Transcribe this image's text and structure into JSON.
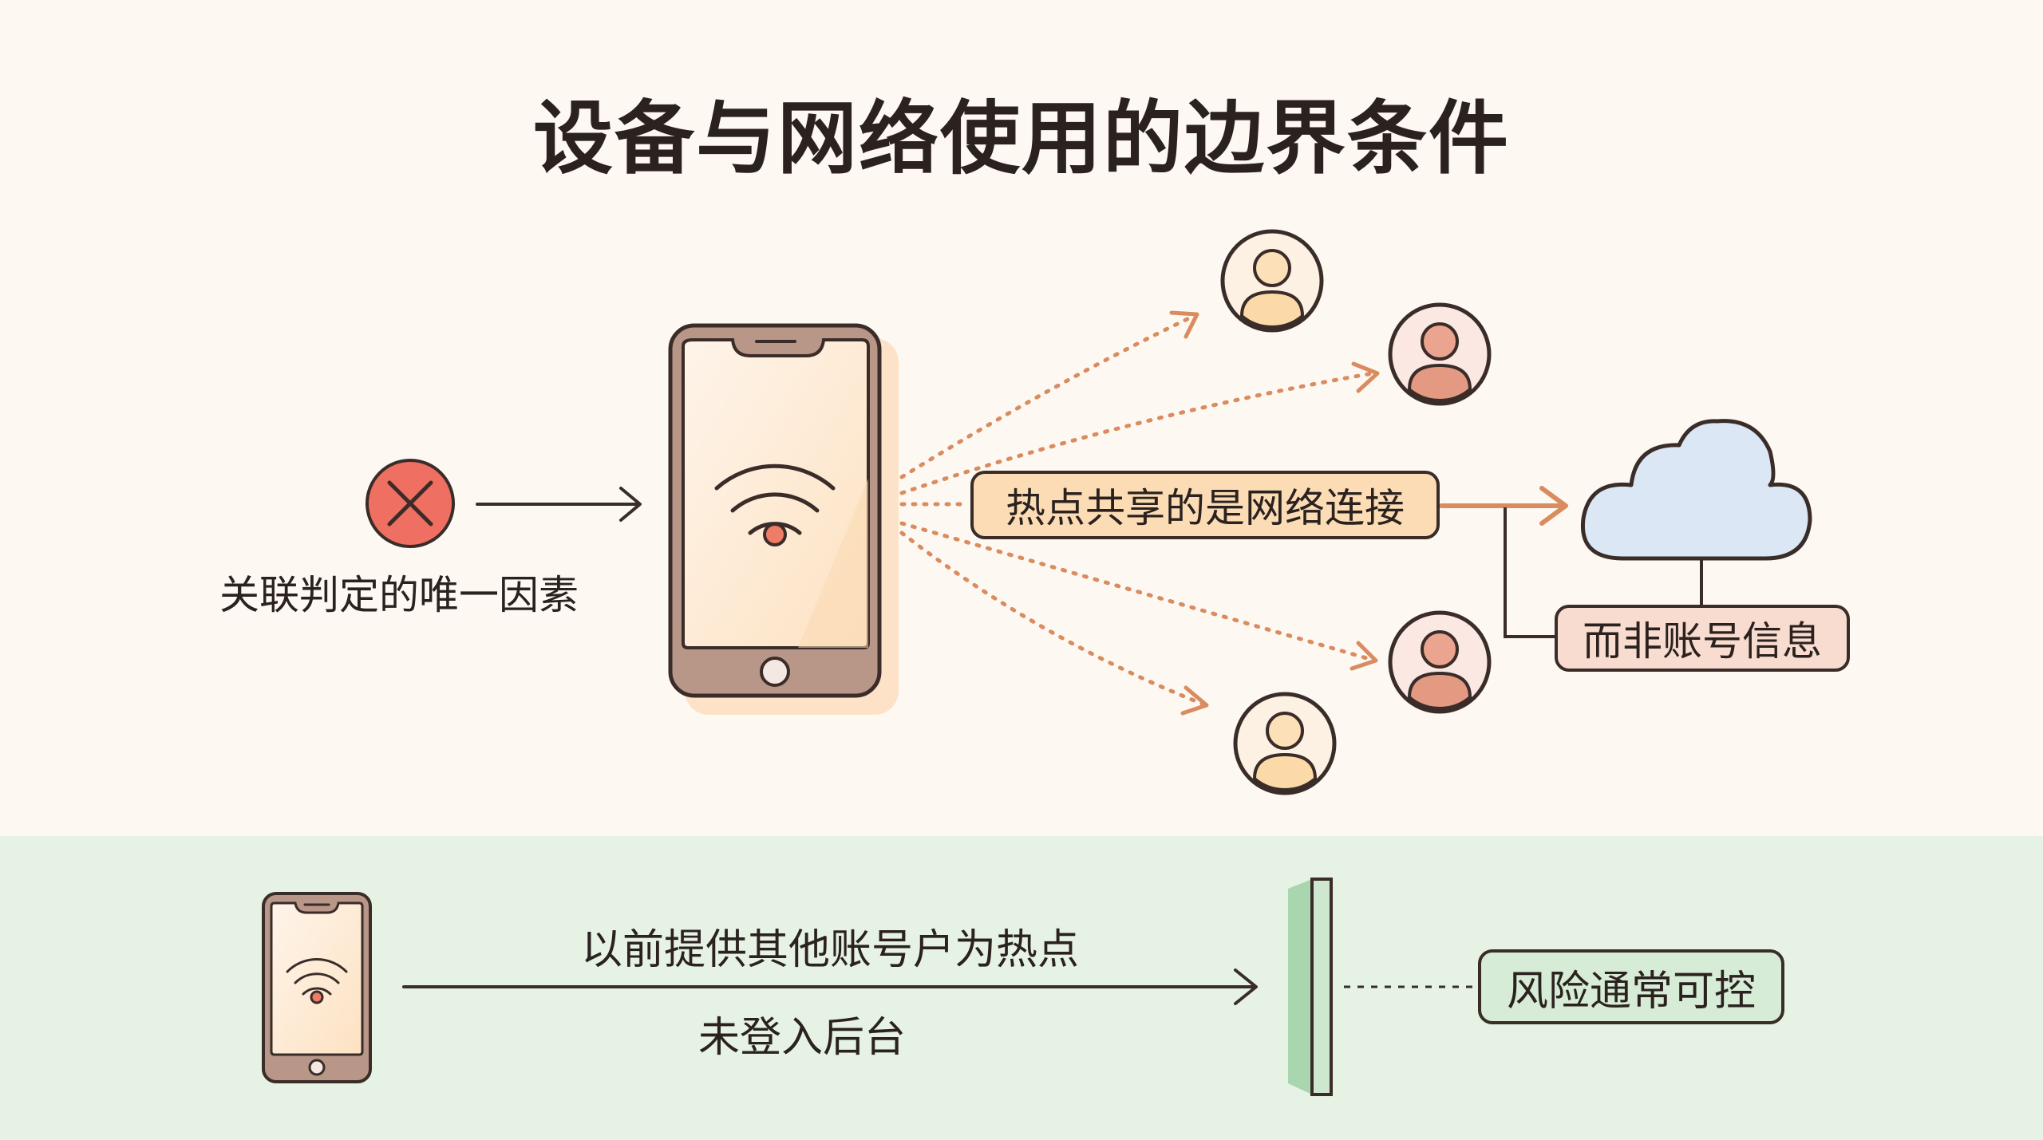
{
  "title": "设备与网络使用的边界条件",
  "left_label": "关联判定的唯一因素",
  "hotspot_label": "热点共享的是网络连接",
  "account_label": "而非账号信息",
  "bottom": {
    "label_top": "以前提供其他账号户为热点",
    "label_bottom": "未登入后台",
    "result": "风险通常可控"
  },
  "icons": {
    "error": "x-circle-icon",
    "phone": "smartphone-icon",
    "wifi": "wifi-icon",
    "user": "user-avatar-icon",
    "cloud": "cloud-icon",
    "barrier": "barrier-icon"
  },
  "colors": {
    "background_top": "#fdf8f2",
    "background_bottom": "#e6f2e4",
    "outline": "#3a2c28",
    "accent_orange": "#d98c5f",
    "error_red": "#ef6f62",
    "cloud_blue": "#dbe7f5",
    "barrier_green": "#cde8cf"
  }
}
